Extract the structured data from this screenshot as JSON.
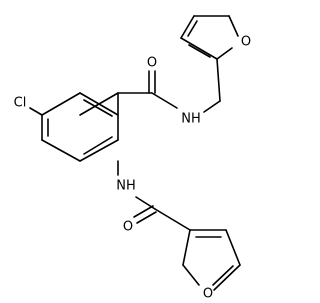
{
  "molecule": {
    "atom_labels": {
      "chlorine": "Cl",
      "carbonyl_oxygen_top": "O",
      "amide_nitrogen_top": "NH",
      "furan_oxygen_top": "O",
      "amide_nitrogen_bottom": "NH",
      "carbonyl_oxygen_bottom": "O",
      "furan_oxygen_bottom": "O"
    }
  }
}
